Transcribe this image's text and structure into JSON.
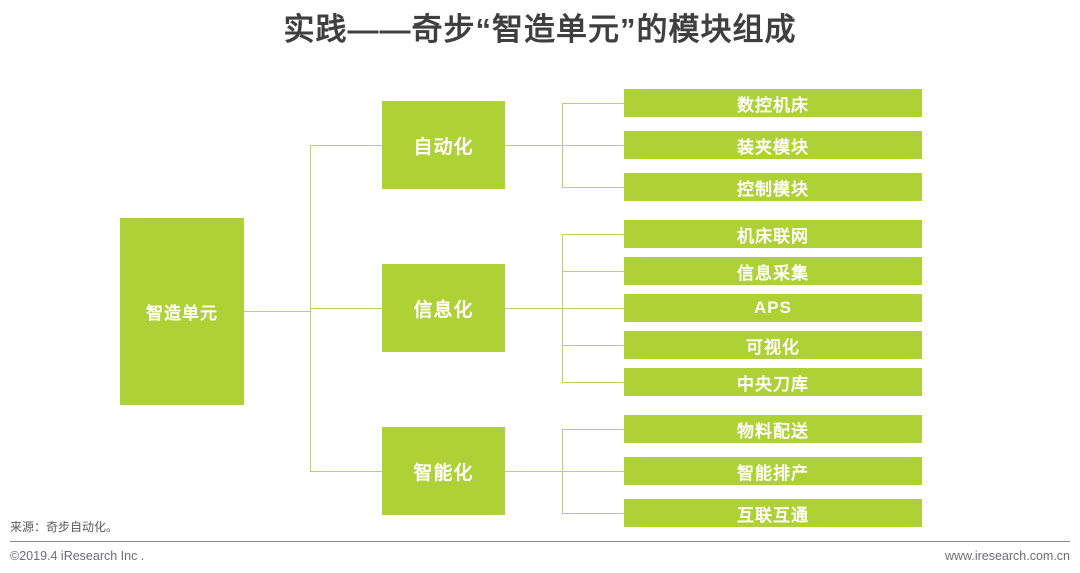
{
  "slide": {
    "title": "实践——奇步“智造单元”的模块组成",
    "accent_color": "#aed136",
    "line_color": "#b8d65c",
    "title_color": "#3f3f3f",
    "background": "#ffffff"
  },
  "diagram": {
    "root": {
      "label": "智造单元"
    },
    "branches": [
      {
        "label": "自动化",
        "leaves": [
          {
            "label": "数控机床"
          },
          {
            "label": "装夹模块"
          },
          {
            "label": "控制模块"
          }
        ]
      },
      {
        "label": "信息化",
        "leaves": [
          {
            "label": "机床联网"
          },
          {
            "label": "信息采集"
          },
          {
            "label": "APS"
          },
          {
            "label": "可视化"
          },
          {
            "label": "中央刀库"
          }
        ]
      },
      {
        "label": "智能化",
        "leaves": [
          {
            "label": "物料配送"
          },
          {
            "label": "智能排产"
          },
          {
            "label": "互联互通"
          }
        ]
      }
    ]
  },
  "footer": {
    "source": "来源：奇步自动化。",
    "copyright": "©2019.4 iResearch Inc .",
    "website": "www.iresearch.com.cn"
  }
}
